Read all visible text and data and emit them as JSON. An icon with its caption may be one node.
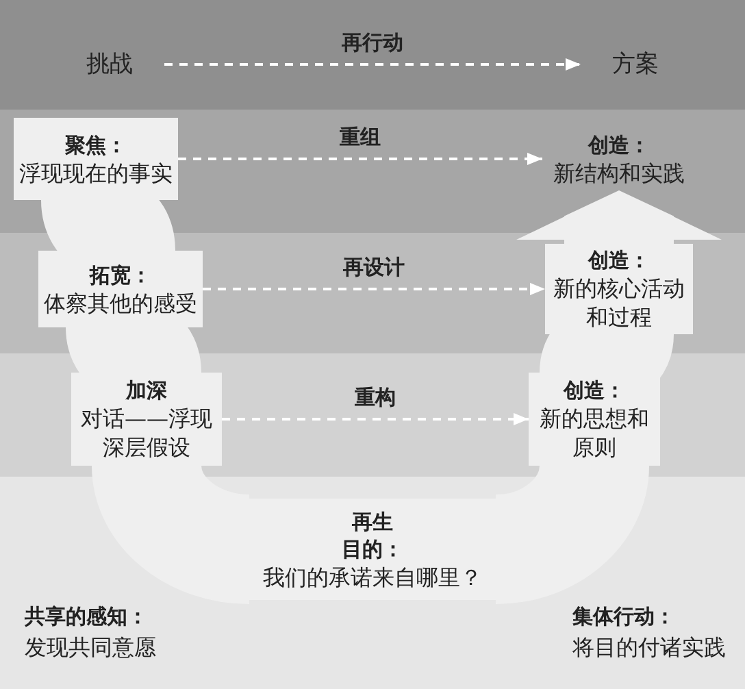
{
  "diagram": {
    "nodes": [
      {
        "text": [],
        "shape": "band"
      },
      {
        "text": [
          "挑战"
        ],
        "in": 0
      },
      {
        "text": [
          "方案"
        ],
        "in": 0
      },
      {
        "text": [],
        "shape": "band"
      },
      {
        "text": [
          "聚焦：",
          "浮现现在的事实"
        ],
        "in": 3
      },
      {
        "text": [
          "创造：",
          "新结构和实践"
        ],
        "in": 3
      },
      {
        "text": [],
        "shape": "band"
      },
      {
        "text": [
          "拓宽：",
          "体察其他的感受"
        ],
        "in": 6
      },
      {
        "text": [
          "创造：",
          "新的核心活动和过程"
        ],
        "in": 6
      },
      {
        "text": [],
        "shape": "band"
      },
      {
        "text": [
          "加深",
          "对话——浮现深层假设"
        ],
        "in": 9
      },
      {
        "text": [
          "创造：",
          "新的思想和原则"
        ],
        "in": 9
      },
      {
        "text": [],
        "shape": "band"
      },
      {
        "text": [
          "再生",
          "目的：",
          "我们的承诺来自哪里？"
        ],
        "in": 12
      }
    ],
    "edges": [
      {
        "from": 1,
        "to": 2,
        "arrow": "to",
        "label": "再行动",
        "style": "dashed",
        "color": "#ffffff"
      },
      {
        "from": 4,
        "to": 5,
        "arrow": "to",
        "label": "重组",
        "style": "dashed",
        "color": "#ffffff"
      },
      {
        "from": 7,
        "to": 8,
        "arrow": "to",
        "label": "再设计",
        "style": "dashed",
        "color": "#ffffff"
      },
      {
        "from": 10,
        "to": 11,
        "arrow": "to",
        "label": "重构",
        "style": "dashed",
        "color": "#ffffff"
      },
      {
        "from": 4,
        "to": 7,
        "arrow": "none"
      },
      {
        "from": 7,
        "to": 10,
        "arrow": "none"
      },
      {
        "from": 10,
        "to": 13,
        "arrow": "none"
      },
      {
        "from": 13,
        "to": 11,
        "arrow": "none"
      },
      {
        "from": 11,
        "to": 8,
        "arrow": "none"
      },
      {
        "from": 8,
        "to": 5,
        "arrow": "to"
      }
    ],
    "labels": [
      "共享的感知：",
      "发现共同意愿",
      "集体行动：",
      "将目的付诸实践"
    ]
  }
}
